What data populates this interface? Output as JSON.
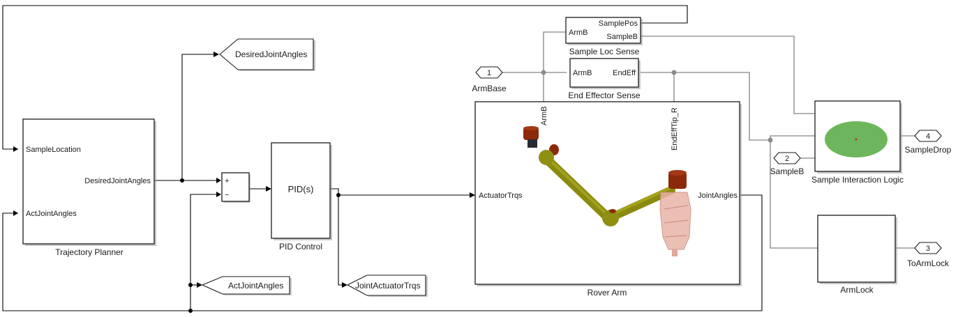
{
  "blocks": {
    "trajectory_planner": {
      "label": "Trajectory Planner",
      "inputs": [
        "SampleLocation",
        "ActJointAngles"
      ],
      "outputs": [
        "DesiredJointAngles"
      ]
    },
    "sum": {
      "signs": [
        "+",
        "−"
      ]
    },
    "pid_control": {
      "label": "PID Control",
      "content": "PID(s)"
    },
    "rover_arm": {
      "label": "Rover Arm",
      "inputs": [
        "ActuatorTrqs"
      ],
      "outputs": [
        "JointAngles"
      ],
      "top_ports": [
        "ArmB",
        "EndEffTip_R"
      ]
    },
    "sample_loc_sense": {
      "label": "Sample Loc Sense",
      "inputs": [
        "ArmB"
      ],
      "outputs": [
        "SamplePos",
        "SampleB"
      ]
    },
    "end_effector_sense": {
      "label": "End Effector Sense",
      "inputs": [
        "ArmB"
      ],
      "outputs": [
        "EndEff"
      ]
    },
    "sample_interaction_logic": {
      "label": "Sample Interaction Logic"
    },
    "armlock": {
      "label": "ArmLock"
    }
  },
  "goto_tags": [
    {
      "name": "DesiredJointAngles"
    },
    {
      "name": "ActJointAngles"
    },
    {
      "name": "JointActuatorTrqs"
    }
  ],
  "connection_ports": [
    {
      "number": "1",
      "label": "ArmBase"
    },
    {
      "number": "2",
      "label": "SampleB"
    },
    {
      "number": "3",
      "label": "ToArmLock"
    },
    {
      "number": "4",
      "label": "SampleDrop"
    }
  ],
  "colors": {
    "signal_line": "#000000",
    "physical_line": "#9a9a9a",
    "sample_ellipse": "#6db65b",
    "arm_link": "#8a8a10",
    "arm_joint": "#8b2a0a",
    "gripper": "#e8b4a8"
  }
}
